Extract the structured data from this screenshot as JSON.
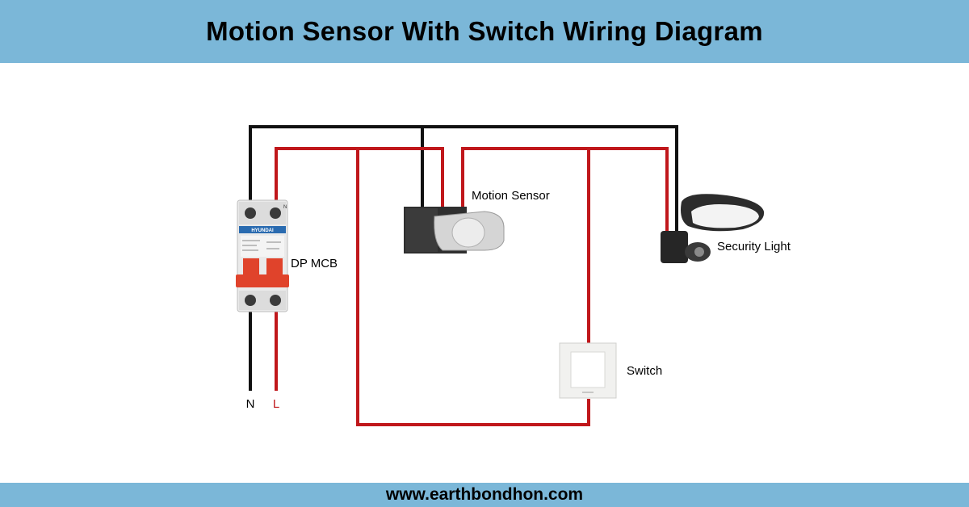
{
  "title": "Motion Sensor With Switch Wiring Diagram",
  "footer": "www.earthbondhon.com",
  "labels": {
    "mcb": "DP MCB",
    "motion_sensor": "Motion Sensor",
    "security_light": "Security Light",
    "switch": "Switch",
    "neutral": "N",
    "live": "L"
  },
  "mcb_device": {
    "brand": "HYUNDAI",
    "terminal_n": "N"
  },
  "colors": {
    "header_bg": "#7bb7d8",
    "neutral_wire": "#111111",
    "live_wire": "#c0171b",
    "mcb_handle": "#e0432b"
  }
}
